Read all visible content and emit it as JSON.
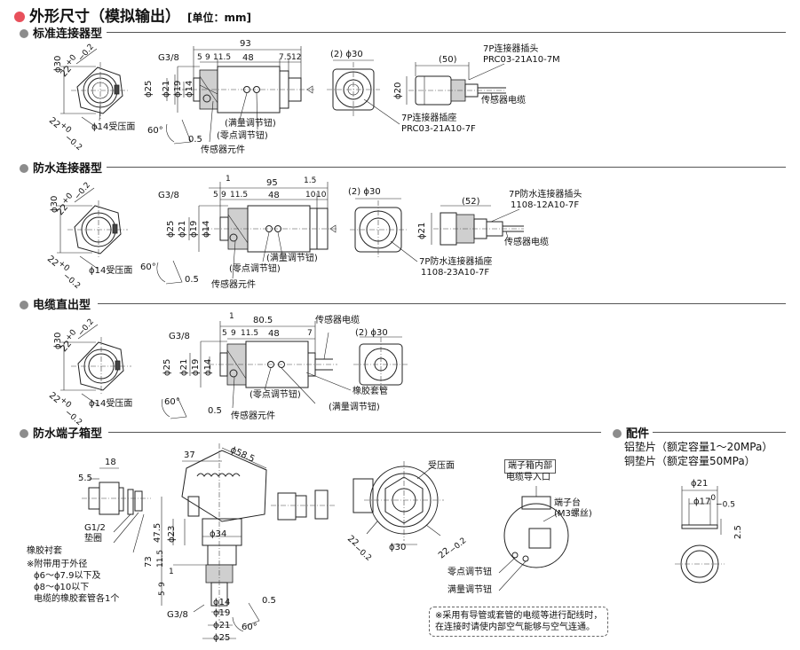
{
  "header": {
    "title": "外形尺寸（模拟输出）",
    "unit": "[单位：mm]"
  },
  "sections": {
    "standard": "标准连接器型",
    "waterproof": "防水连接器型",
    "cable": "电缆直出型",
    "terminal": "防水端子箱型",
    "accessory": "配件"
  },
  "common": {
    "d30": "ϕ30",
    "d25": "ϕ25",
    "d21": "ϕ21",
    "d19": "ϕ19",
    "d14": "ϕ14",
    "pressure_face": "ϕ14受压面",
    "tol22a": "22",
    "tol22b": "22",
    "tol_upper": "+0",
    "tol_lower": "−0.2",
    "g38": "G3/8",
    "angle60": "60°",
    "d05": "0.5",
    "zero_knob": "(零点调节钮)",
    "span_knob": "(满量调节钮)",
    "sensor_elem": "传感器元件",
    "sensor_cable": "传感器电缆",
    "d20": "ϕ20",
    "d2": "(2)"
  },
  "std": {
    "total": "93",
    "body": "48",
    "d5": "5",
    "d9": "9",
    "d11": "11.5",
    "d75": "7.5",
    "d12": "12",
    "plug_len": "(50)",
    "plug_title": "7P连接器插头",
    "plug_model": "PRC03-21A10-7M",
    "socket_title": "7P连接器插座",
    "socket_model": "PRC03-21A10-7F"
  },
  "wp": {
    "total": "95",
    "body": "48",
    "d1": "1",
    "d15": "1.5",
    "d10a": "10",
    "d10b": "10",
    "plug_len": "(52)",
    "plug_title": "7P防水连接器插头",
    "plug_model": "1108-12A10-7F",
    "socket_title": "7P防水连接器插座",
    "socket_model": "1108-23A10-7F"
  },
  "cab": {
    "total": "80.5",
    "body": "48",
    "d1": "1",
    "d7": "7",
    "rubber": "橡胶套管"
  },
  "term": {
    "d18": "18",
    "d55": "5.5",
    "g12": "G1/2",
    "washer": "垫圈",
    "rubber_sleeve": "橡胶衬套",
    "note_lines": [
      "※附带用于外径",
      "ϕ6～ϕ7.9以下及",
      "ϕ8～ϕ10以下",
      "电缆的橡胶套管各1个"
    ],
    "d37": "37",
    "d585": "ϕ58.5",
    "d475": "47.5",
    "d23": "ϕ23",
    "d34": "ϕ34",
    "d73": "73",
    "d115": "11.5",
    "d9": "9",
    "d5": "5",
    "d1": "1",
    "pressure_face": "受压面",
    "box_inside": "端子箱内部",
    "cable_inlet": "电缆导入口",
    "terminal_block": "端子台",
    "m3": "(M3螺丝)",
    "zero_knob": "零点调节钮",
    "span_knob": "满量调节钮",
    "bottom_note": [
      "※采用有导管或套管的电缆等进行配线时，",
      "在连接时请使内部空气能够与空气连通。"
    ]
  },
  "accessory": {
    "line1": "铝垫片（额定容量1～20MPa）",
    "line2": "铜垫片（额定容量50MPa）",
    "d21": "ϕ21",
    "d17": "ϕ17",
    "tol_upper": "0",
    "tol_lower": "−0.5",
    "t25": "2.5"
  }
}
